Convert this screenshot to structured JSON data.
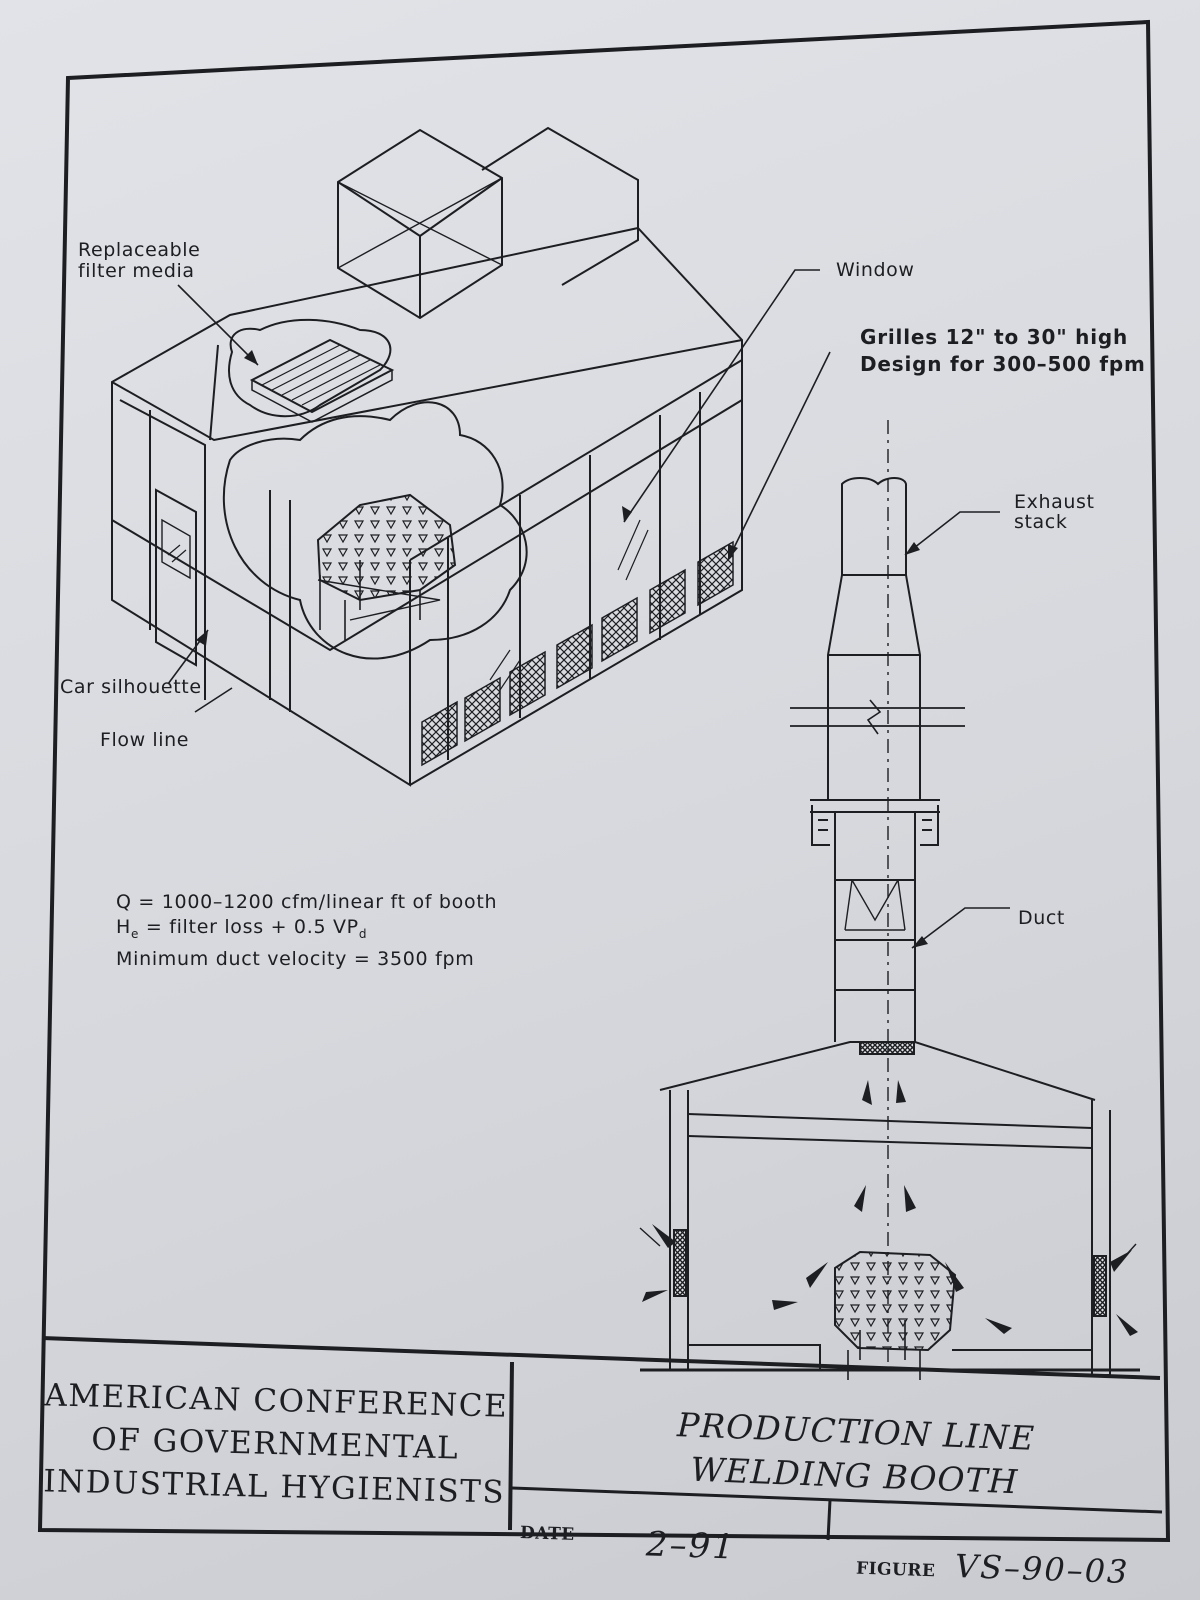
{
  "labels": {
    "replaceable_filter_media": [
      "Replaceable",
      "filter media"
    ],
    "window": "Window",
    "grilles": [
      "Grilles 12\" to 30\" high",
      "Design for 300–500 fpm"
    ],
    "exhaust_stack": [
      "Exhaust",
      "stack"
    ],
    "car_silhouette": "Car silhouette",
    "flow_line": "Flow line",
    "duct": "Duct"
  },
  "formulas": {
    "q_line": "Q  =  1000–1200 cfm/linear ft of booth",
    "he_symbol": "H",
    "he_sub": "e",
    "he_mid": " =  filter loss + 0.5 VP",
    "he_sub2": "d",
    "velocity_line": "Minimum duct velocity  =  3500 fpm"
  },
  "title_block": {
    "organization": [
      "AMERICAN CONFERENCE",
      "OF GOVERNMENTAL",
      "INDUSTRIAL HYGIENISTS"
    ],
    "title": [
      "PRODUCTION LINE",
      "WELDING BOOTH"
    ],
    "date_label": "DATE",
    "date_value": "2–91",
    "figure_label": "FIGURE",
    "figure_value": "VS–90–03"
  }
}
